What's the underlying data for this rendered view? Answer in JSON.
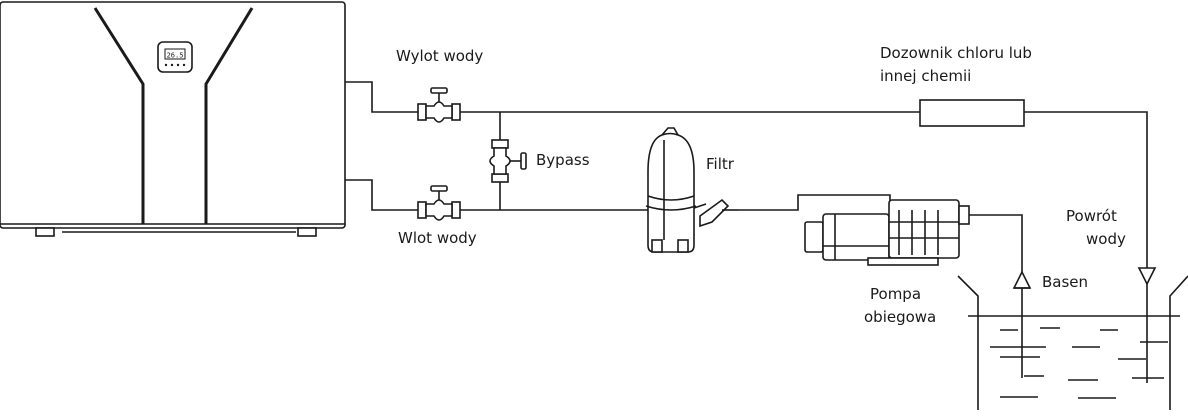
{
  "labels": {
    "outlet": "Wylot wody",
    "inlet": "Wlot wody",
    "bypass": "Bypass",
    "filter": "Filtr",
    "chlorinator_line1": "Dozownik chloru lub",
    "chlorinator_line2": "innej chemii",
    "return_line1": "Powrót",
    "return_line2": "wody",
    "pool": "Basen",
    "pump_line1": "Pompa",
    "pump_line2": "obiegowa"
  },
  "heat_pump_display": "26.5"
}
